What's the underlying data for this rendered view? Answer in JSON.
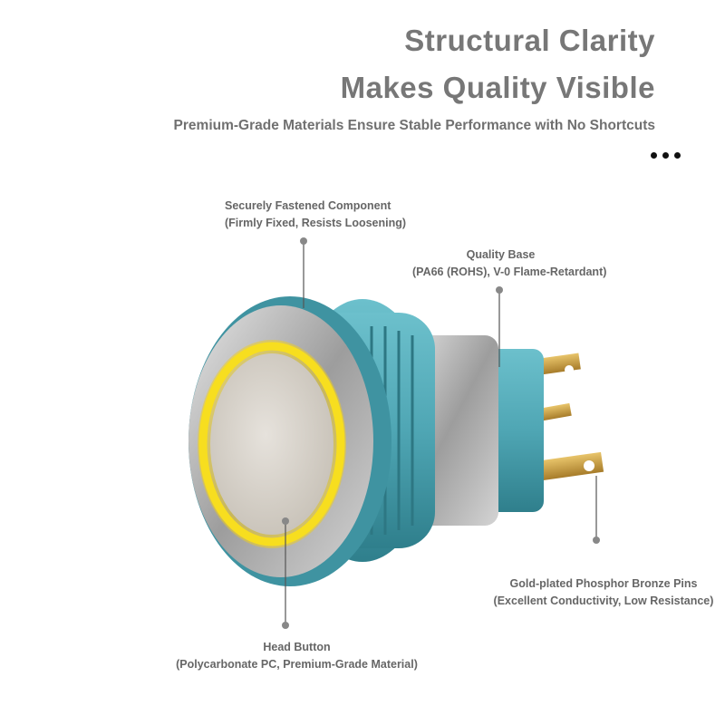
{
  "header": {
    "title_line1": "Structural Clarity",
    "title_line2": "Makes Quality Visible",
    "subtitle": "Premium-Grade Materials Ensure Stable Performance with No Shortcuts"
  },
  "callouts": [
    {
      "title": "Securely Fastened Component",
      "detail": "(Firmly Fixed, Resists Loosening)"
    },
    {
      "title": "Quality Base",
      "detail": "(PA66 (ROHS), V-0 Flame-Retardant)"
    },
    {
      "title": "Gold-plated Phosphor Bronze Pins",
      "detail": "(Excellent Conductivity, Low Resistance)"
    },
    {
      "title": "Head Button",
      "detail": "(Polycarbonate PC, Premium-Grade Material)"
    }
  ],
  "colors": {
    "housing": "#4fa6b4",
    "ring_light": "#f3d21a",
    "metal": "#b8b8b8",
    "pins": "#c9a24a",
    "text": "#777777"
  }
}
